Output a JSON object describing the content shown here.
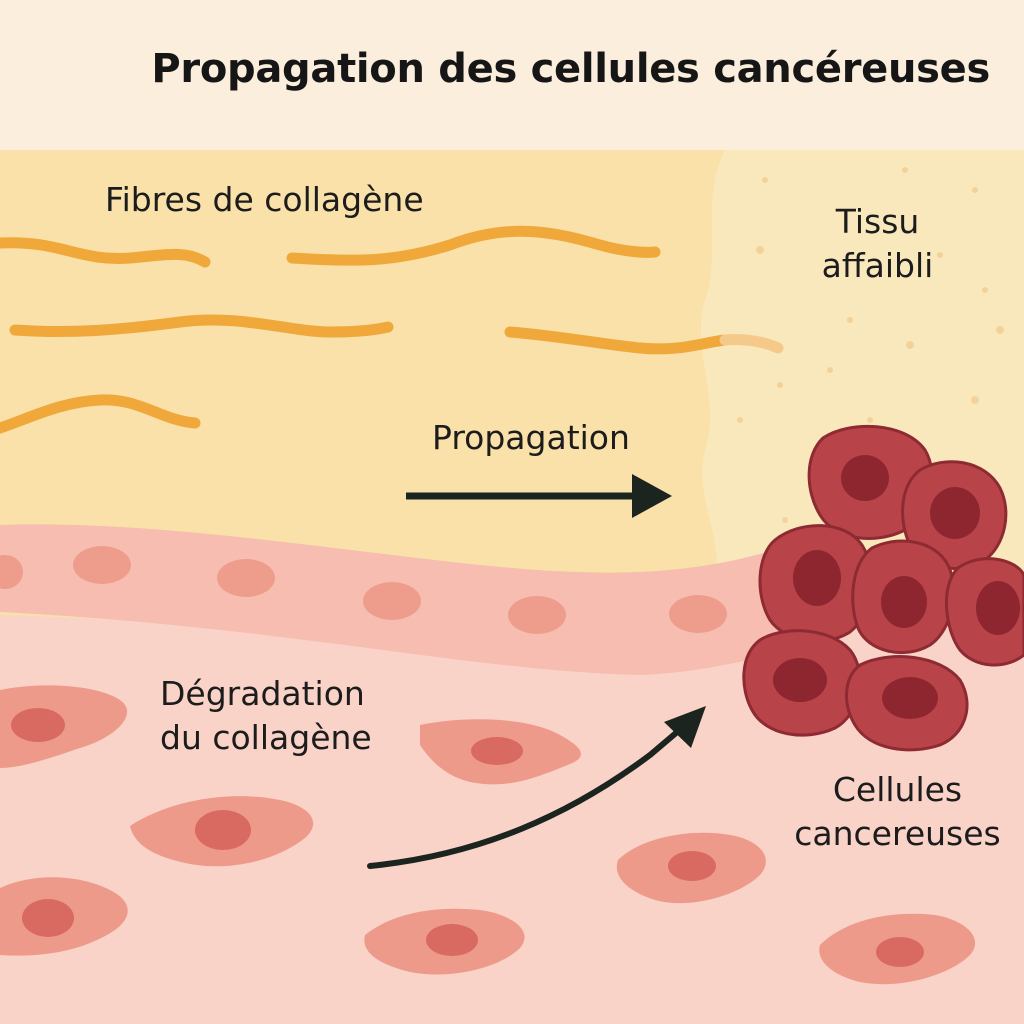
{
  "title": "Propagation des cellules cancéreuses",
  "labels": {
    "collagen_fibers": "Fibres de collagène",
    "weakened_tissue_line1": "Tissu",
    "weakened_tissue_line2": "affaibli",
    "propagation": "Propagation",
    "degradation_line1": "Dégradation",
    "degradation_line2": "du collagène",
    "cancer_cells_line1": "Cellules",
    "cancer_cells_line2": "cancereuses"
  },
  "colors": {
    "header_bg": "#fbeedd",
    "tissue_bg": "#f9e1a9",
    "weak_tissue_bg": "#fae6b8",
    "collagen_fiber": "#f0a83a",
    "band": "#f6bdb0",
    "lower_tissue": "#f9d3c8",
    "normal_cell": "#ee9a8a",
    "normal_nucleus": "#d86a62",
    "cancer_cell": "#b8444a",
    "cancer_nucleus": "#8e2630",
    "arrow": "#1c2420"
  }
}
